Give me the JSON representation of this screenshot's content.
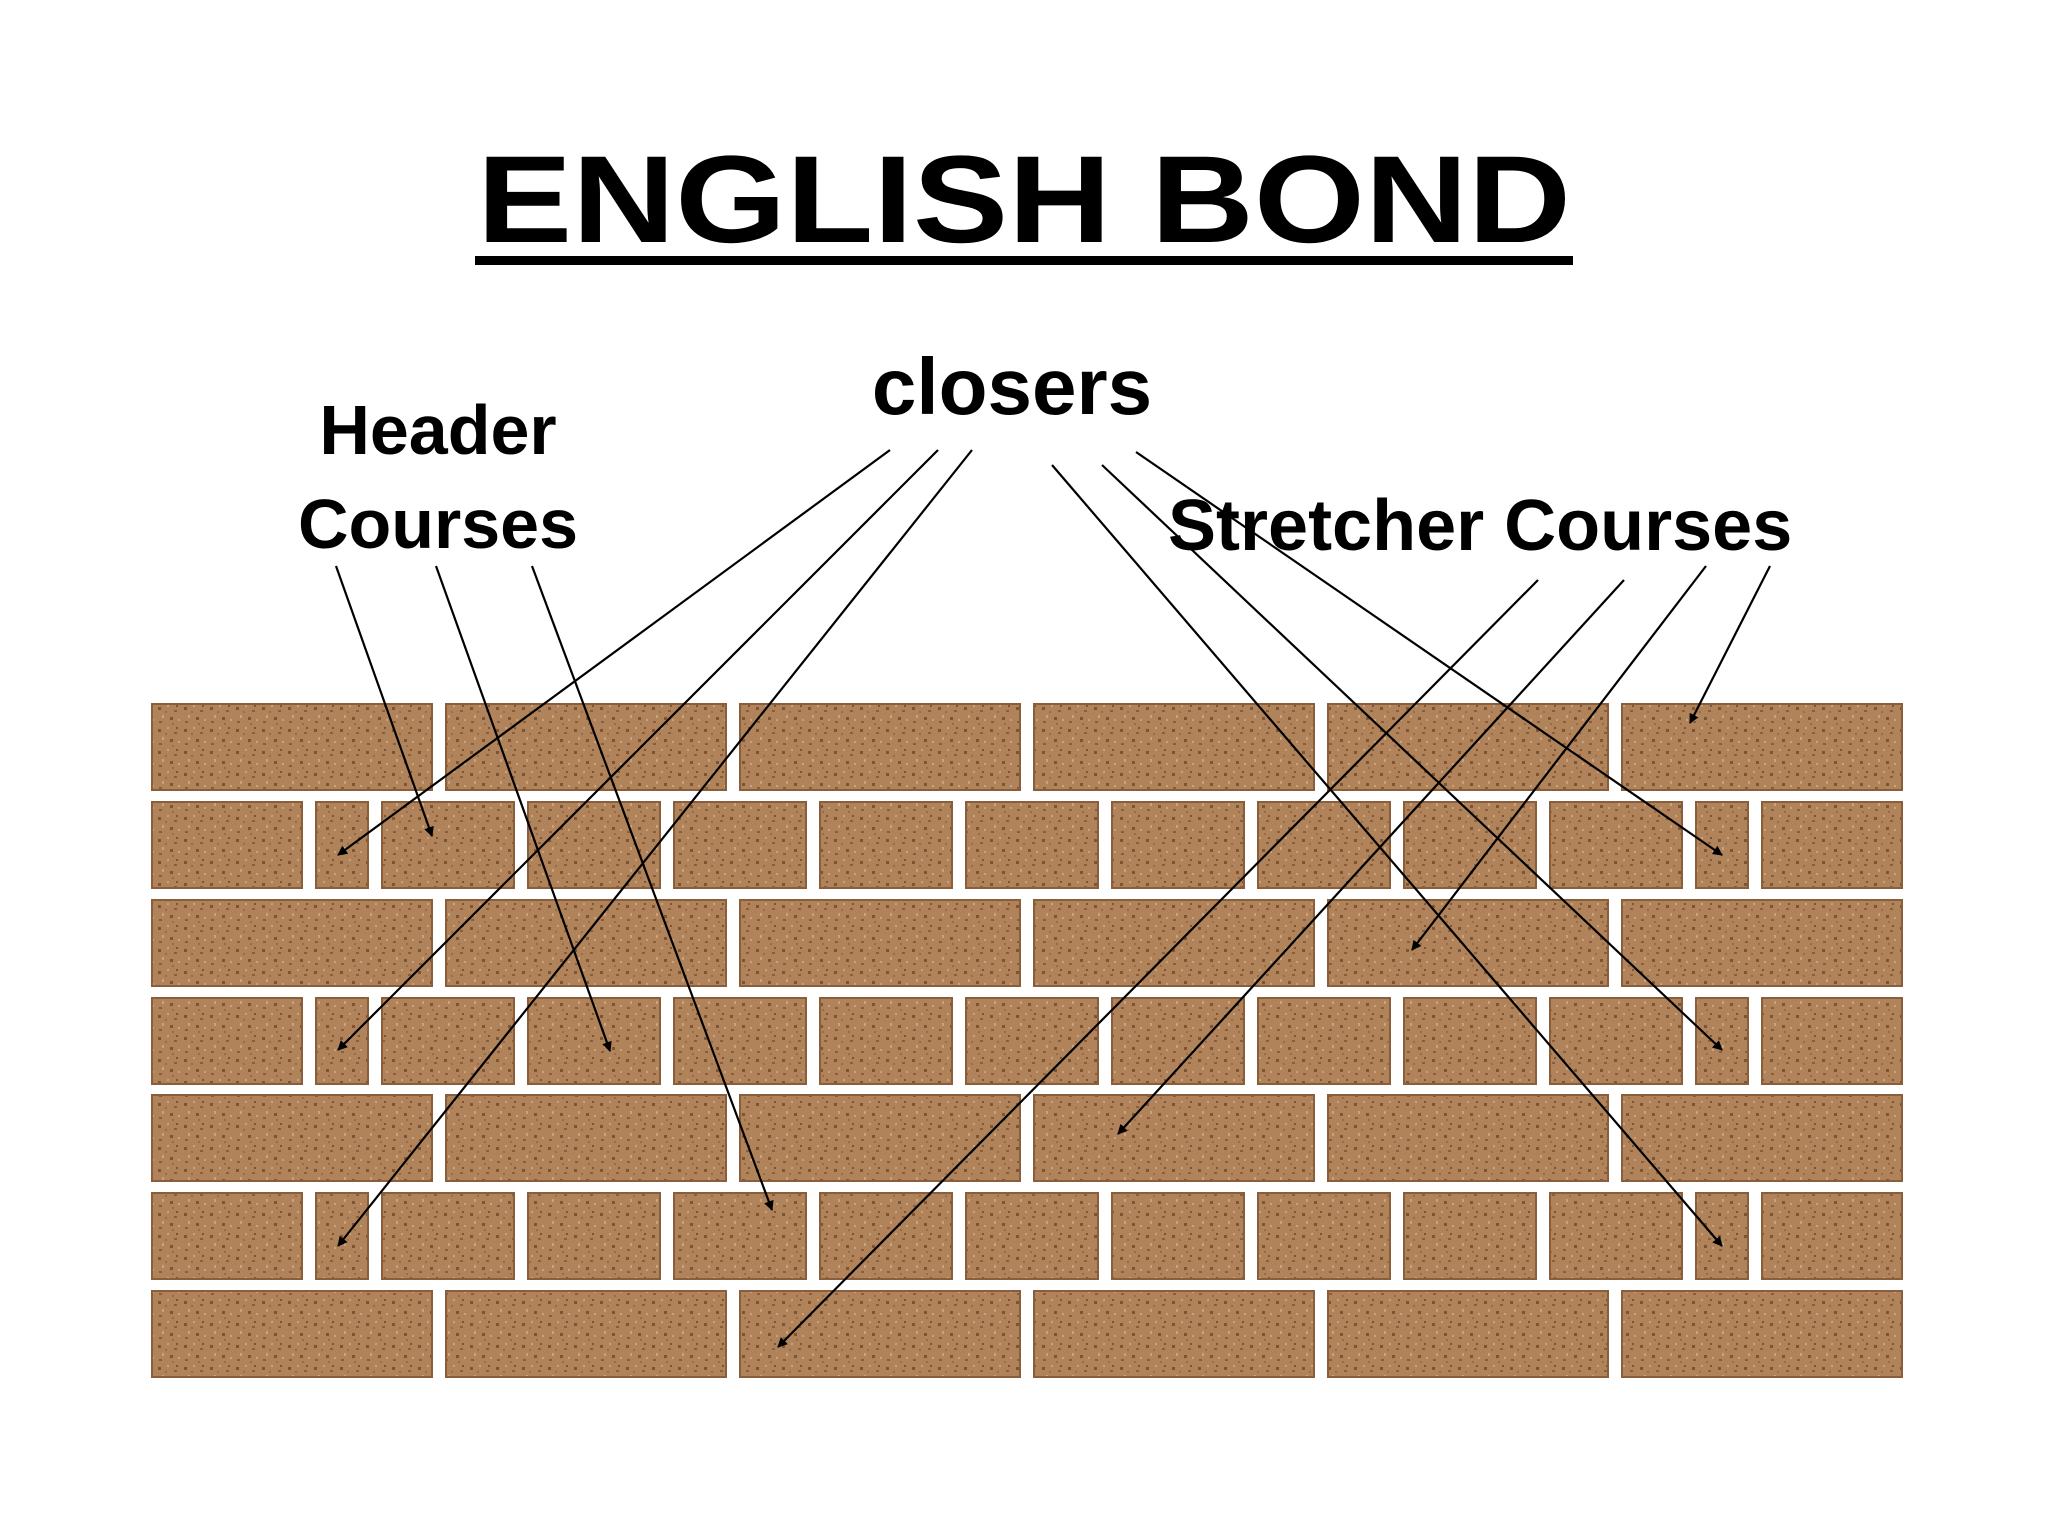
{
  "title": "ENGLISH BOND",
  "labels": {
    "closers": "closers",
    "header_line1": "Header",
    "header_line2": "Courses",
    "stretcher": "Stretcher Courses"
  },
  "colors": {
    "brick_fill": "#b0835a",
    "brick_edge": "#8a5e3a",
    "brick_speckle_dark": "#7d5434",
    "brick_speckle_light": "#caa27c",
    "mortar": "#ffffff",
    "text": "#000000",
    "leader_lines": "#000000"
  },
  "wall": {
    "courses": [
      {
        "type": "stretcher"
      },
      {
        "type": "header"
      },
      {
        "type": "stretcher"
      },
      {
        "type": "header"
      },
      {
        "type": "stretcher"
      },
      {
        "type": "header"
      },
      {
        "type": "stretcher"
      }
    ]
  }
}
